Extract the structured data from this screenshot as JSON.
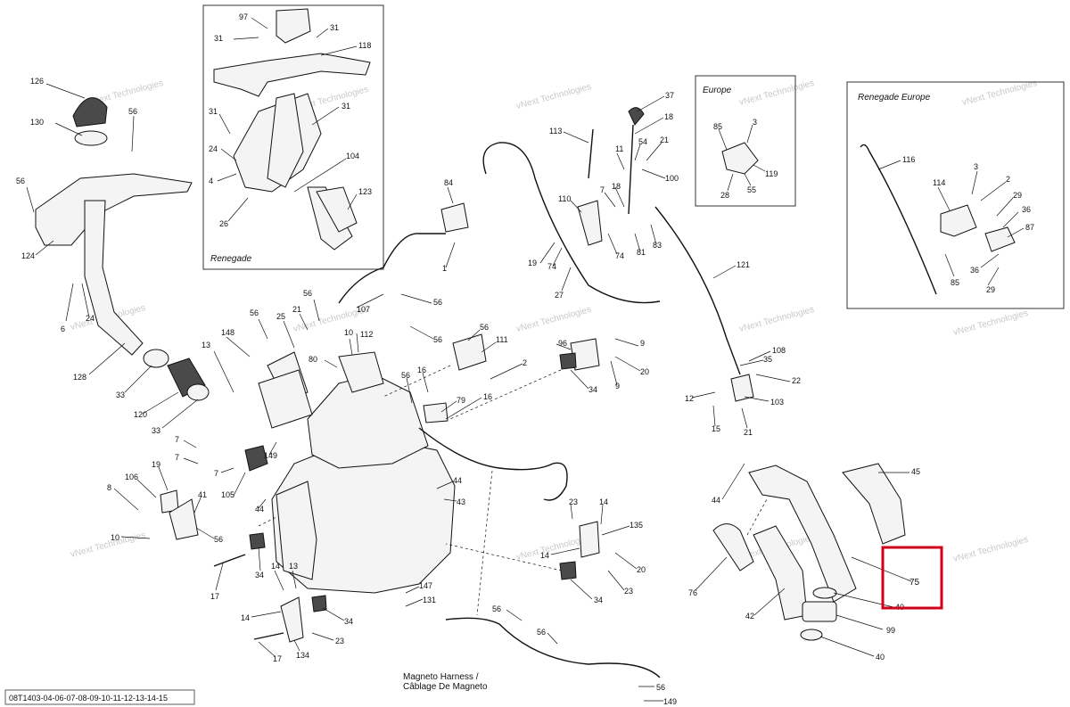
{
  "diagram": {
    "reference_code": "08T1403-04-06-07-08-09-10-11-12-13-14-15",
    "watermark": "vNext Technologies",
    "insets": {
      "renegade": "Renegade",
      "europe": "Europe",
      "renegade_europe": "Renegade Europe"
    },
    "harness_label_line1": "Magneto Harness /",
    "harness_label_line2": "Câblage De Magneto",
    "highlight_label": "75",
    "colors": {
      "highlight": "#d0021b",
      "ink": "#111111"
    }
  },
  "callouts": {
    "c97": "97",
    "c31a": "31",
    "c31b": "31",
    "c118": "118",
    "c31c": "31",
    "c31d": "31",
    "c24a": "24",
    "c4": "4",
    "c104": "104",
    "c123": "123",
    "c26": "26",
    "c126": "126",
    "c56a": "56",
    "c130": "130",
    "c56b": "56",
    "c124": "124",
    "c6": "6",
    "c24b": "24",
    "c128": "128",
    "c33a": "33",
    "c120": "120",
    "c33b": "33",
    "c37": "37",
    "c18a": "18",
    "c113": "113",
    "c11": "11",
    "c54": "54",
    "c21a": "21",
    "c100": "100",
    "c7a": "7",
    "c18b": "18",
    "c110": "110",
    "c19a": "19",
    "c74a": "74",
    "c74b": "74",
    "c81": "81",
    "c83": "83",
    "c27": "27",
    "c84": "84",
    "c1": "1",
    "c107": "107",
    "c56c": "56",
    "c56d": "56",
    "c121": "121",
    "c85a": "85",
    "c3a": "3",
    "c119": "119",
    "c28": "28",
    "c55": "55",
    "c116": "116",
    "c3b": "3",
    "c114": "114",
    "c2a": "2",
    "c29a": "29",
    "c36a": "36",
    "c87": "87",
    "c36b": "36",
    "c85b": "85",
    "c29b": "29",
    "c13": "13",
    "c148": "148",
    "c56e": "56",
    "c25": "25",
    "c21b": "21",
    "c56f": "56",
    "c80": "80",
    "c112": "112",
    "c10a": "10",
    "c56g": "56",
    "c111": "111",
    "c96": "96",
    "c9a": "9",
    "c20a": "20",
    "c9b": "9",
    "c34a": "34",
    "c2b": "2",
    "c16a": "16",
    "c56h": "56",
    "c79": "79",
    "c16b": "16",
    "c35": "35",
    "c108": "108",
    "c22": "22",
    "c12": "12",
    "c103": "103",
    "c15": "15",
    "c21c": "21",
    "c7b": "7",
    "c7c": "7",
    "c7d": "7",
    "c149a": "149",
    "c105": "105",
    "c44a": "44",
    "c19b": "19",
    "c106": "106",
    "c8": "8",
    "c41": "41",
    "c56i": "56",
    "c10b": "10",
    "c44b": "44",
    "c43": "43",
    "c23a": "23",
    "c14a": "14",
    "c135": "135",
    "c14b": "14",
    "c20b": "20",
    "c34b": "34",
    "c23b": "23",
    "c17a": "17",
    "c34c": "34",
    "c14c": "14",
    "c13b": "13",
    "c14d": "14",
    "c34d": "34",
    "c134": "134",
    "c23c": "23",
    "c17b": "17",
    "c147": "147",
    "c131": "131",
    "c56j": "56",
    "c56k": "56",
    "c56l": "56",
    "c149b": "149",
    "c44c": "44",
    "c45": "45",
    "c76": "76",
    "c42": "42",
    "c40a": "40",
    "c99": "99",
    "c40b": "40"
  }
}
